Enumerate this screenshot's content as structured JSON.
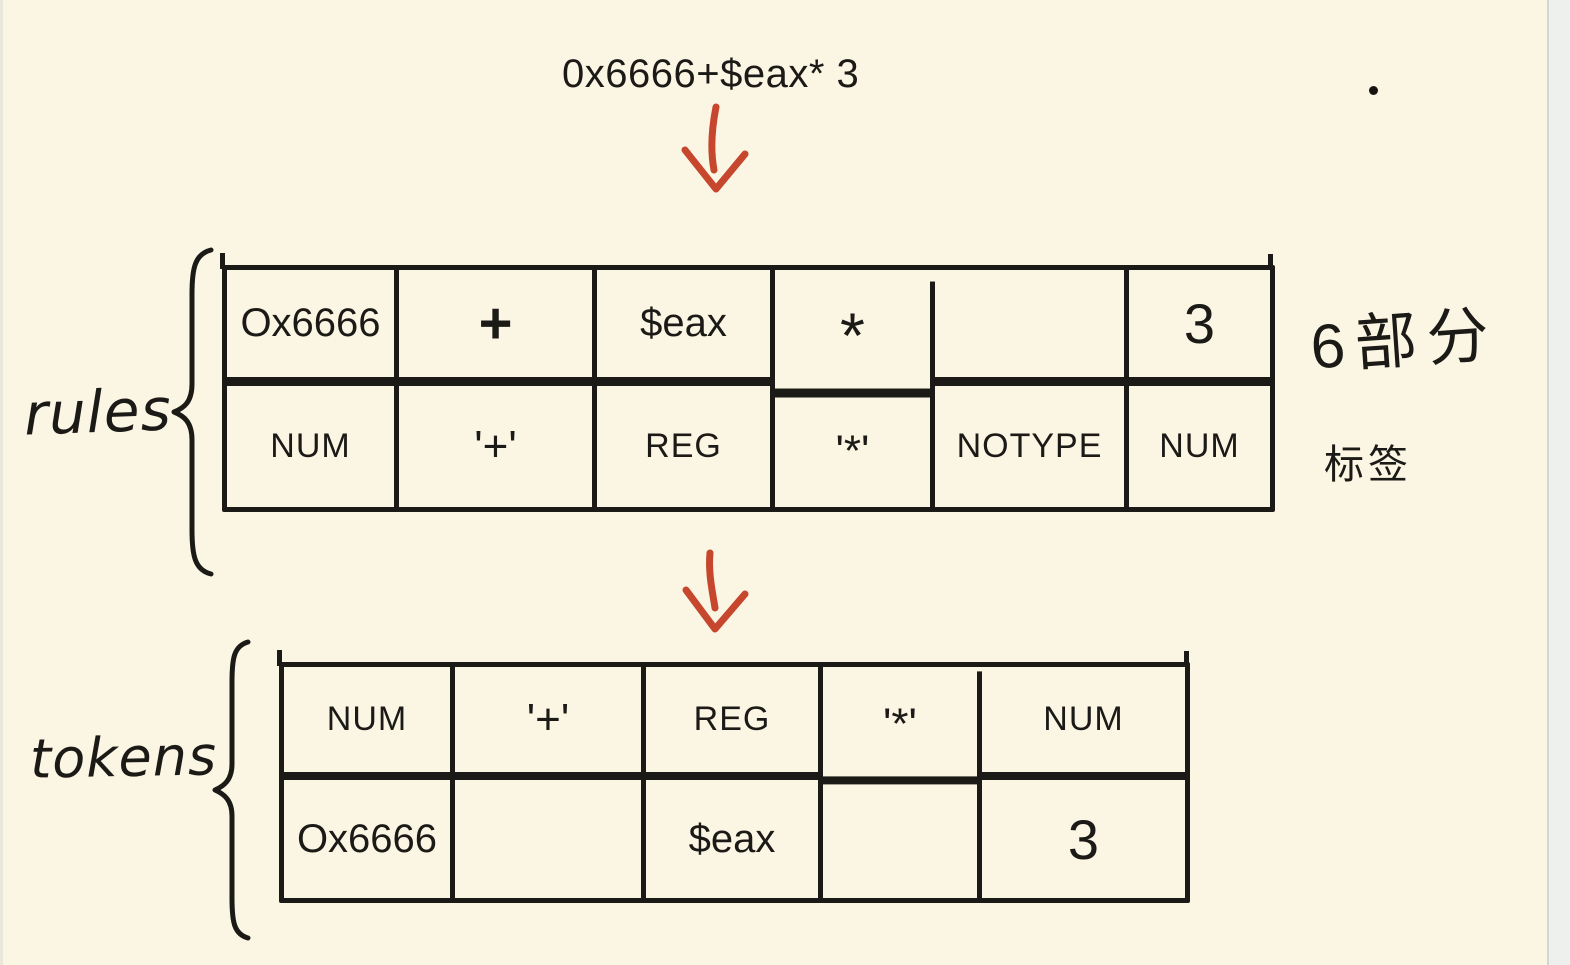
{
  "page": {
    "colors": {
      "background": "#fbf6e3",
      "ink": "#1c1a17",
      "arrow_red": "#c6462e",
      "edge_strip": "#eef0ed"
    }
  },
  "header": {
    "expression": "0x6666+$eax* 3"
  },
  "rules": {
    "label": "rules",
    "parts_row": [
      "Ox6666",
      "+",
      "$eax",
      "*",
      "",
      "3"
    ],
    "types_row": [
      "NUM",
      "'+'",
      "REG",
      "'*'",
      "NOTYPE",
      "NUM"
    ],
    "annotation_parts": "6部分",
    "annotation_tags": "标签"
  },
  "tokens": {
    "label": "tokens",
    "types_row": [
      "NUM",
      "'+'",
      "REG",
      "'*'",
      "NUM"
    ],
    "values_row": [
      "Ox6666",
      "",
      "$eax",
      "",
      "3"
    ]
  }
}
